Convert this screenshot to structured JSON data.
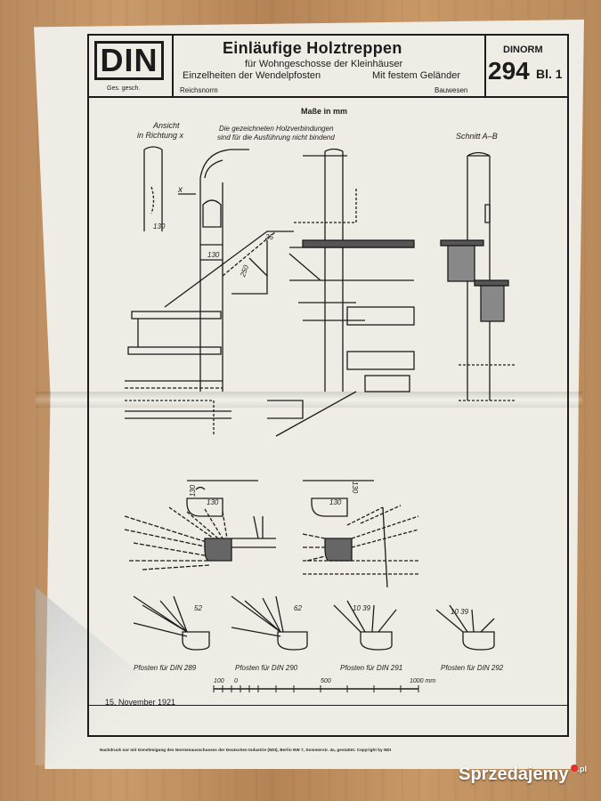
{
  "header": {
    "logo_text": "DIN",
    "logo_sub": "Ges. gesch.",
    "title": "Einläufige Holztreppen",
    "subtitle": "für Wohngeschosse der Kleinhäuser",
    "line3_left": "Einzelheiten der Wendelpfosten",
    "line3_right": "Mit festem Geländer",
    "line4_left": "Reichsnorm",
    "line4_right": "Bauwesen",
    "norm_label": "DINORM",
    "norm_number": "294",
    "norm_sheet": "Bl. 1"
  },
  "drawing": {
    "units": "Maße in mm",
    "view_label_1": "Ansicht",
    "view_label_2": "in Richtung x",
    "note_1": "Die gezeichneten Holzverbindungen",
    "note_2": "sind für die Ausführung nicht bindend",
    "section_label": "Schnitt A–B",
    "dims": [
      "130",
      "130",
      "250",
      "25",
      "130",
      "130",
      "130",
      "130",
      "52",
      "62",
      "10 39",
      "10 39"
    ],
    "captions": [
      "Pfosten für DIN 289",
      "Pfosten für DIN 290",
      "Pfosten für DIN 291",
      "Pfosten für DIN 292"
    ],
    "scale_labels": [
      "100",
      "0",
      "500",
      "1000 mm"
    ],
    "x_marker": "x"
  },
  "footer": {
    "date": "15. November 1921",
    "fine_print": "Nachdruck nur mit Genehmigung des Normenausschusses der Deutschen Industrie (NDI), Berlin NW 7, Sommerstr. 4a, gestattet. Copyright by NDI"
  },
  "watermark": {
    "text": "Sprzedajemy",
    "suffix": ".pl"
  }
}
